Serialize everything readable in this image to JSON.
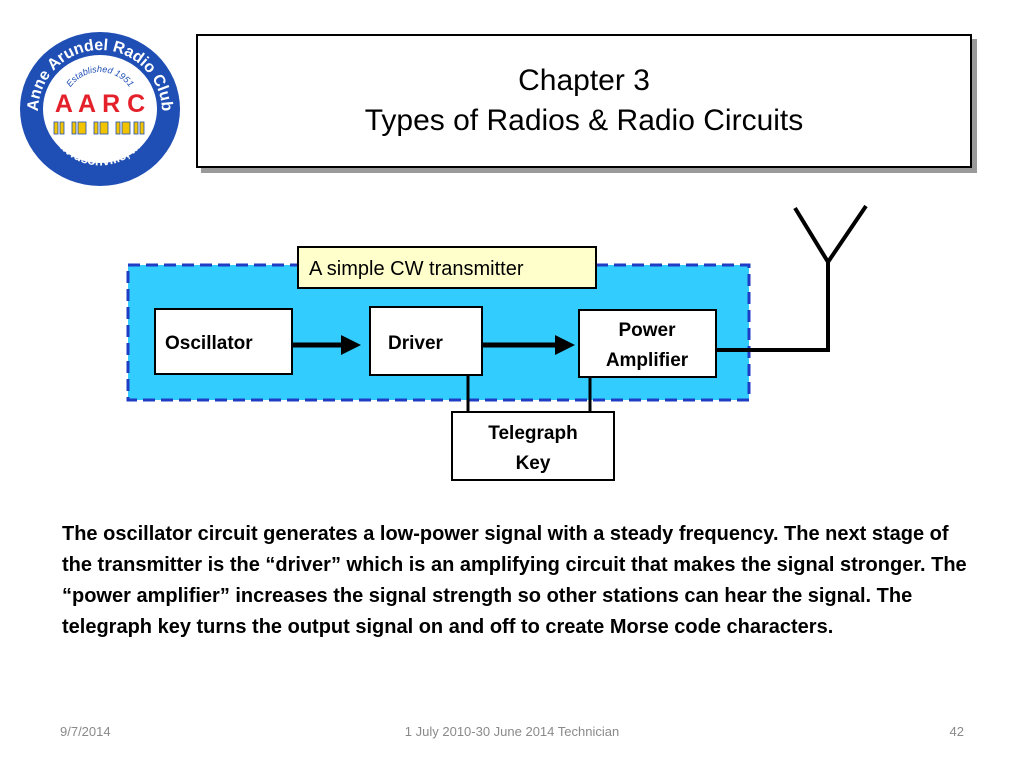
{
  "logo": {
    "ring_text_top": "Anne Arundel Radio Club",
    "established": "Established 1951",
    "acronym": "A A R C",
    "ring_text_bottom": "Davidsonville, MD",
    "colors": {
      "ring": "#1f4fb5",
      "acronym": "#e4202a",
      "bars": "#f2c400"
    }
  },
  "title": {
    "line1": "Chapter 3",
    "line2": "Types of Radios & Radio Circuits"
  },
  "diagram": {
    "caption": "A simple CW transmitter",
    "blocks": {
      "oscillator": "Oscillator",
      "driver": "Driver",
      "power_amplifier": [
        "Power",
        "Amplifier"
      ],
      "telegraph_key": [
        "Telegraph",
        "Key"
      ]
    },
    "colors": {
      "panel": "#33ccff",
      "caption_bg": "#ffffcc",
      "dash": "#1f3cc4"
    }
  },
  "body": {
    "paragraph": "The oscillator circuit generates a low-power signal with a steady frequency.  The next stage of the transmitter is the “driver” which is an amplifying circuit that makes the signal stronger.  The “power amplifier” increases the signal strength so other stations can hear the signal.  The telegraph key turns the output signal on and off to create Morse code characters."
  },
  "footer": {
    "date": "9/7/2014",
    "center": "1 July 2010-30 June 2014 Technician",
    "page": "42"
  }
}
